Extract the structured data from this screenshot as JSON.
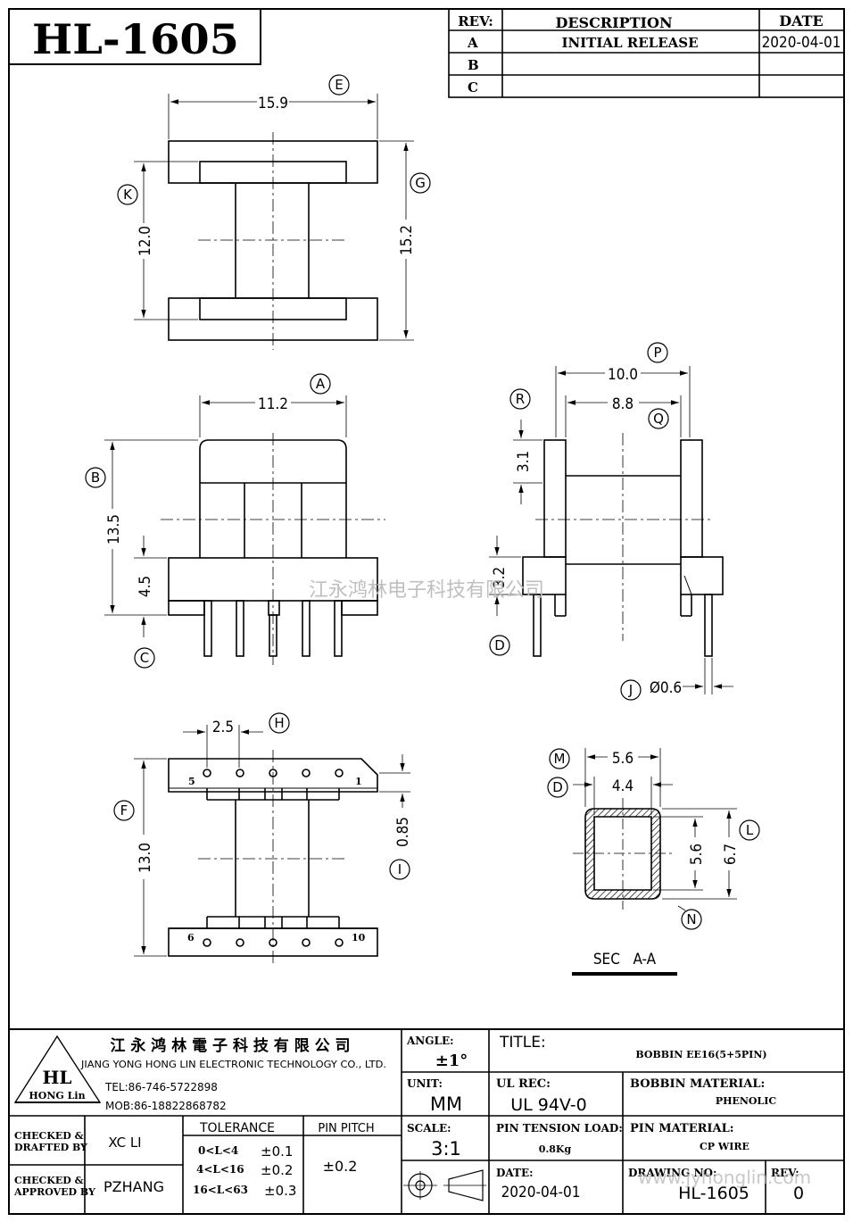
{
  "part_number": "HL-1605",
  "revision_table": {
    "headers": {
      "rev": "REV:",
      "description": "DESCRIPTION",
      "date": "DATE"
    },
    "rows": [
      {
        "rev": "A",
        "description": "INITIAL  RELEASE",
        "date": "2020-04-01"
      },
      {
        "rev": "B",
        "description": "",
        "date": ""
      },
      {
        "rev": "C",
        "description": "",
        "date": ""
      }
    ]
  },
  "views": {
    "top": {
      "dims": {
        "width": "15.9",
        "height_outer": "15.2",
        "height_inner": "12.0"
      },
      "balloons": {
        "width": "E",
        "height_outer": "G",
        "height_inner": "K"
      }
    },
    "front": {
      "dims": {
        "width": "11.2",
        "height": "13.5",
        "base": "4.5"
      },
      "balloons": {
        "width": "A",
        "height": "B",
        "base": "C"
      }
    },
    "side": {
      "dims": {
        "outer": "10.0",
        "inner": "8.8",
        "flange": "3.1",
        "base": "3.2",
        "pin": "Ø0.6"
      },
      "balloons": {
        "outer": "P",
        "inner": "Q",
        "flange": "R",
        "base": "D",
        "pin": "J"
      }
    },
    "bottom": {
      "dims": {
        "pitch": "2.5",
        "height": "13.0",
        "offset": "0.85"
      },
      "balloons": {
        "pitch": "H",
        "height": "F",
        "offset": "I"
      },
      "pins": {
        "top_left": "5",
        "top_right": "1",
        "bottom_left": "6",
        "bottom_right": "10"
      }
    },
    "section": {
      "dims": {
        "outer_w": "5.6",
        "inner_w": "4.4",
        "inner_h": "5.6",
        "outer_h": "6.7"
      },
      "balloons": {
        "outer_w": "M",
        "inner_w": "D",
        "inner_h": "L",
        "outer_h": "N"
      },
      "label": "SEC   A-A"
    }
  },
  "watermark_cn": "江永鸿林电子科技有限公司",
  "watermark_url": "www.jyhonglin.com",
  "company": {
    "name_cn": "江 永 鸿 林 電 子 科 技 有 限 公 司",
    "name_en": "JIANG YONG HONG LIN ELECTRONIC TECHNOLOGY CO., LTD.",
    "tel": "TEL:86-746-5722898",
    "mob": "MOB:86-18822868782",
    "logo_text": "HONG Lin"
  },
  "title_block": {
    "angle_label": "ANGLE:",
    "angle": "±1°",
    "title_label": "TITLE:",
    "title": "BOBBIN EE16(5+5PIN)",
    "unit_label": "UNIT:",
    "unit": "MM",
    "ul_label": "UL REC:",
    "ul": "UL 94V-0",
    "bobbin_mat_label": "BOBBIN  MATERIAL:",
    "bobbin_mat": "PHENOLIC",
    "checked_drafted": "CHECKED &\nDRAFTED BY",
    "drafted_by": "XC LI",
    "tolerance_label": "TOLERANCE",
    "pin_pitch_label": "PIN PITCH",
    "tolerances": [
      {
        "range": "0<L<4",
        "value": "±0.1"
      },
      {
        "range": "4<L<16",
        "value": "±0.2"
      },
      {
        "range": "16<L<63",
        "value": "±0.3"
      }
    ],
    "pin_pitch": "±0.2",
    "scale_label": "SCALE:",
    "scale": "3:1",
    "pin_tension_label": "PIN  TENSION  LOAD:",
    "pin_tension": "0.8Kg",
    "pin_mat_label": "PIN  MATERIAL:",
    "pin_mat": "CP WIRE",
    "checked_approved": "CHECKED &\nAPPROVED BY",
    "approved_by": "PZHANG",
    "date_label": "DATE:",
    "date": "2020-04-01",
    "drawing_no_label": "DRAWING  NO:",
    "drawing_no": "HL-1605",
    "rev_label": "REV:",
    "rev": "0"
  }
}
